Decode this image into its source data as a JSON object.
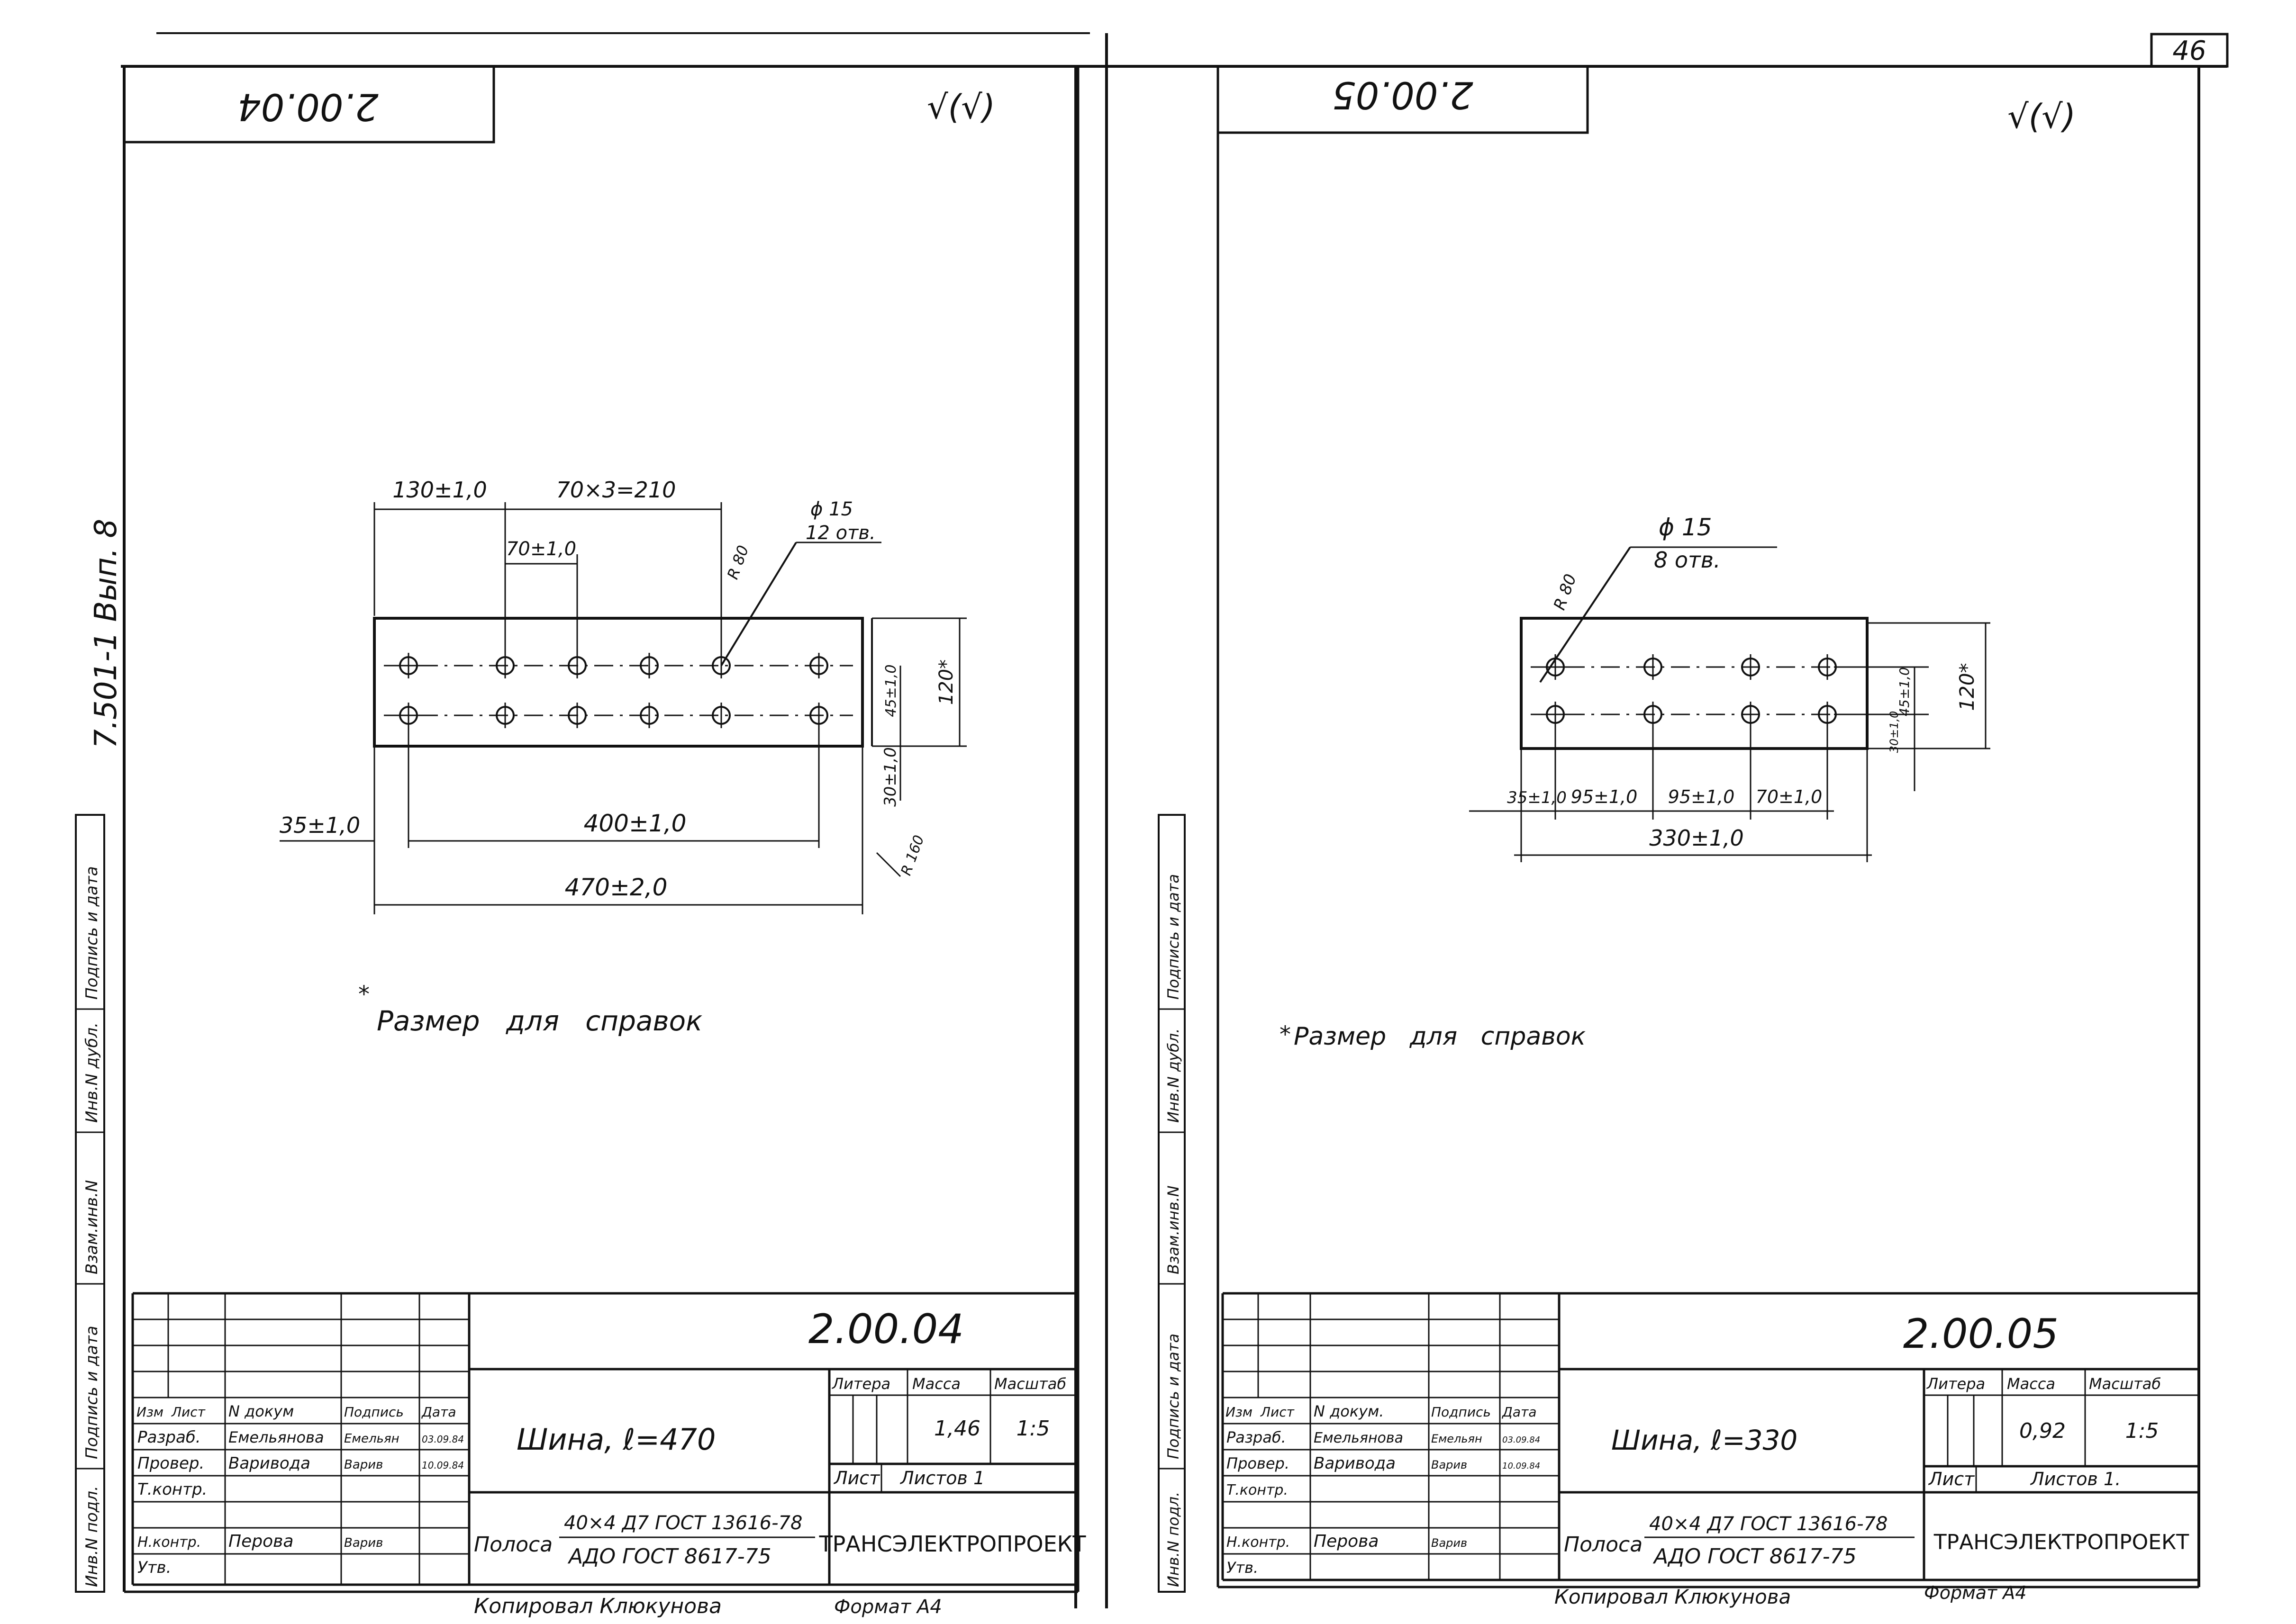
{
  "page": {
    "page_number": "46",
    "series_code": "7.501-1 Вып. 8",
    "side_stamp": [
      "Инв.N подл.",
      "Подпись и дата",
      "Взам.инв.N",
      "Инв.N дубл.",
      "Подпись и дата"
    ]
  },
  "sheets": [
    {
      "code_top": "2.00.04",
      "roughness": "√(√)",
      "drawing": {
        "dims": [
          "130±1,0",
          "70×3=210",
          "70±1,0",
          "ϕ 15",
          "12 отв.",
          "120*",
          "45±1,0",
          "30±1,0",
          "35±1,0",
          "400±1,0",
          "470±2,0"
        ],
        "radius_labels": [
          "R 80",
          "R 160"
        ]
      },
      "note": "Размер   для   справок",
      "title_block": {
        "code": "2.00.04",
        "headers": [
          "Изм",
          "Лист",
          "N докум",
          "Подпись",
          "Дата"
        ],
        "rows": [
          {
            "role": "Разраб.",
            "name": "Емельянова",
            "sign": "Емельян",
            "date": "03.09.84"
          },
          {
            "role": "Провер.",
            "name": "Варивода",
            "sign": "Варив",
            "date": "10.09.84"
          },
          {
            "role": "Т.контр.",
            "name": "",
            "sign": "",
            "date": ""
          },
          {
            "role": "Н.контр.",
            "name": "Перова",
            "sign": "Варив",
            "date": ""
          },
          {
            "role": "Утв.",
            "name": "",
            "sign": "",
            "date": ""
          }
        ],
        "name": "Шина, ℓ=470",
        "litera_label": "Литера",
        "mass_label": "Масса",
        "scale_label": "Масштаб",
        "mass": "1,46",
        "scale": "1:5",
        "sheet_label": "Лист",
        "sheets_label": "Листов 1",
        "material_prefix": "Полоса",
        "material_top": "40×4 Д7 ГОСТ 13616-78",
        "material_bottom": "АДО ГОСТ 8617-75",
        "company": "ТРАНСЭЛЕКТРОПРОЕКТ",
        "copied_by": "Копировал Клюкунова",
        "format": "Формат А4"
      }
    },
    {
      "code_top": "2.00.05",
      "roughness": "√(√)",
      "drawing": {
        "dims": [
          "ϕ 15",
          "8 отв.",
          "120*",
          "45±1,0",
          "30±1,0",
          "35±1,0",
          "95±1,0",
          "95±1,0",
          "70±1,0",
          "330±1,0"
        ],
        "radius_labels": [
          "R 80"
        ]
      },
      "note": "Размер   для   справок",
      "title_block": {
        "code": "2.00.05",
        "headers": [
          "Изм",
          "Лист",
          "N докум.",
          "Подпись",
          "Дата"
        ],
        "rows": [
          {
            "role": "Разраб.",
            "name": "Емельянова",
            "sign": "Емельян",
            "date": "03.09.84"
          },
          {
            "role": "Провер.",
            "name": "Варивода",
            "sign": "Варив",
            "date": "10.09.84"
          },
          {
            "role": "Т.контр.",
            "name": "",
            "sign": "",
            "date": ""
          },
          {
            "role": "Н.контр.",
            "name": "Перова",
            "sign": "Варив",
            "date": ""
          },
          {
            "role": "Утв.",
            "name": "",
            "sign": "",
            "date": ""
          }
        ],
        "name": "Шина, ℓ=330",
        "litera_label": "Литера",
        "mass_label": "Масса",
        "scale_label": "Масштаб",
        "mass": "0,92",
        "scale": "1:5",
        "sheet_label": "Лист",
        "sheets_label": "Листов 1.",
        "material_prefix": "Полоса",
        "material_top": "40×4 Д7 ГОСТ 13616-78",
        "material_bottom": "АДО ГОСТ 8617-75",
        "company": "ТРАНСЭЛЕКТРОПРОЕКТ",
        "copied_by": "Копировал Клюкунова",
        "format": "Формат А4"
      }
    }
  ]
}
